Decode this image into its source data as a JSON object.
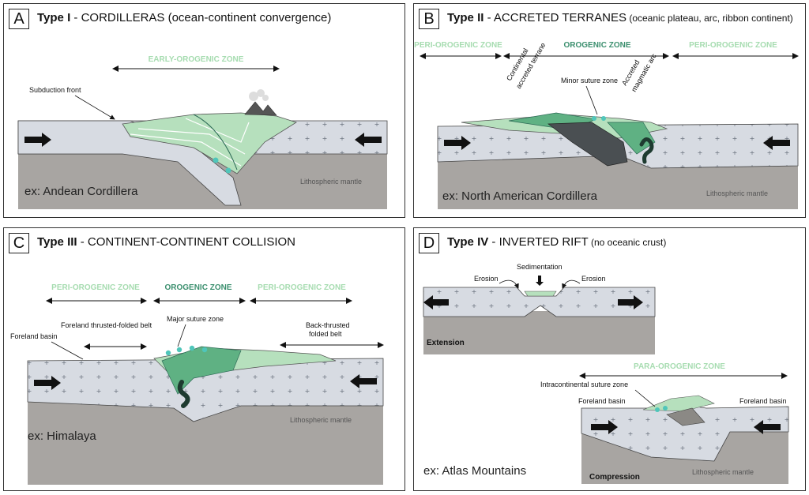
{
  "colors": {
    "crust": "#d7dbe2",
    "mantle": "#a8a5a2",
    "orogen_light": "#b6e0bd",
    "orogen_mid": "#5fb183",
    "orogen_dark": "#2e6b57",
    "terrane_dark": "#4a4f52",
    "peri_text": "#a6dcb0",
    "orogenic_text": "#3b8f6e",
    "suture_marker": "#4fc6ba"
  },
  "panel_a": {
    "letter": "A",
    "title_bold": "Type I",
    "title_rest": " - CORDILLERAS (ocean-continent convergence)",
    "zone": "EARLY-OROGENIC ZONE",
    "subduction_front": "Subduction front",
    "mantle": "Lithospheric mantle",
    "example": "ex: Andean Cordillera"
  },
  "panel_b": {
    "letter": "B",
    "title_bold": "Type II",
    "title_rest": " - ACCRETED TERRANES",
    "title_sub": " (oceanic plateau, arc, ribbon continent)",
    "peri_left": "PERI-OROGENIC ZONE",
    "orogenic": "OROGENIC ZONE",
    "peri_right": "PERI-OROGENIC ZONE",
    "continental_1": "Continental",
    "continental_2": "accreted terrane",
    "minor_suture": "Minor suture zone",
    "accreted_1": "Accreted",
    "accreted_2": "magmatic arc",
    "mantle": "Lithospheric mantle",
    "example": "ex: North American Cordillera"
  },
  "panel_c": {
    "letter": "C",
    "title_bold": "Type III",
    "title_rest": " - CONTINENT-CONTINENT COLLISION",
    "peri_left": "PERI-OROGENIC ZONE",
    "orogenic": "OROGENIC ZONE",
    "peri_right": "PERI-OROGENIC ZONE",
    "foreland_basin": "Foreland basin",
    "foreland_belt": "Foreland thrusted-folded belt",
    "major_suture": "Major suture zone",
    "back_thrusted_1": "Back-thrusted",
    "back_thrusted_2": "folded belt",
    "mantle": "Lithospheric mantle",
    "example": "ex: Himalaya"
  },
  "panel_d": {
    "letter": "D",
    "title_bold": "Type IV",
    "title_rest": " - INVERTED RIFT",
    "title_sub": " (no oceanic crust)",
    "sedimentation": "Sedimentation",
    "erosion_left": "Erosion",
    "erosion_right": "Erosion",
    "extension": "Extension",
    "para_orogenic": "PARA-OROGENIC ZONE",
    "intracontinental": "Intracontinental suture zone",
    "foreland_left": "Foreland basin",
    "foreland_right": "Foreland basin",
    "compression": "Compression",
    "mantle": "Lithospheric mantle",
    "example": "ex: Atlas Mountains"
  }
}
